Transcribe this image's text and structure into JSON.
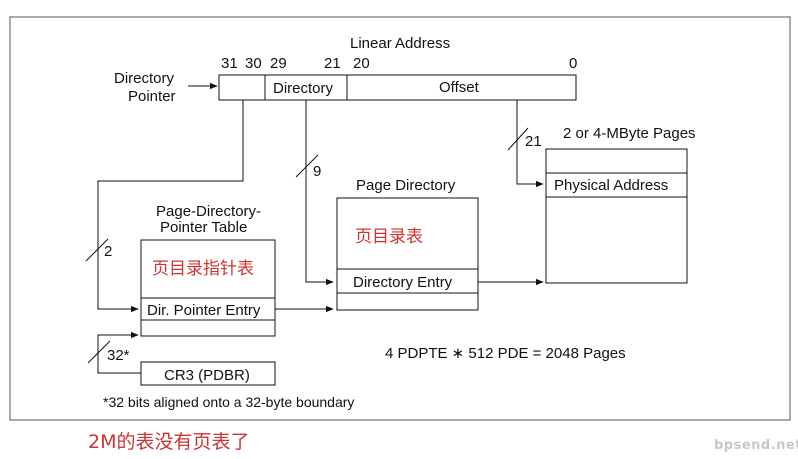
{
  "colors": {
    "line": "#111111",
    "accent_red": "#cc3333",
    "frame": "#555555",
    "watermark": "#c8c8c8"
  },
  "linear_address": {
    "title": "Linear Address",
    "bits": {
      "b31": "31",
      "b30": "30",
      "b29": "29",
      "b21": "21",
      "b20": "20",
      "b0": "0"
    },
    "fields": {
      "directory": "Directory",
      "offset": "Offset"
    }
  },
  "directory_pointer_label": [
    "Directory",
    "Pointer"
  ],
  "widths": {
    "w2": "2",
    "w9": "9",
    "w21": "21",
    "w32": "32*"
  },
  "pdpt": {
    "title": [
      "Page-Directory-",
      "Pointer Table"
    ],
    "annotation": "页目录指针表",
    "entry": "Dir. Pointer Entry"
  },
  "page_directory": {
    "title": "Page Directory",
    "annotation": "页目录表",
    "entry": "Directory Entry"
  },
  "pages": {
    "title": "2 or 4-MByte Pages",
    "entry": "Physical Address"
  },
  "cr3": "CR3 (PDBR)",
  "formula": "4 PDPTE ∗ 512 PDE = 2048 Pages",
  "footnote": "*32 bits aligned onto a 32-byte boundary",
  "caption": "2M的表没有页表了",
  "watermark": "bpsend.net"
}
